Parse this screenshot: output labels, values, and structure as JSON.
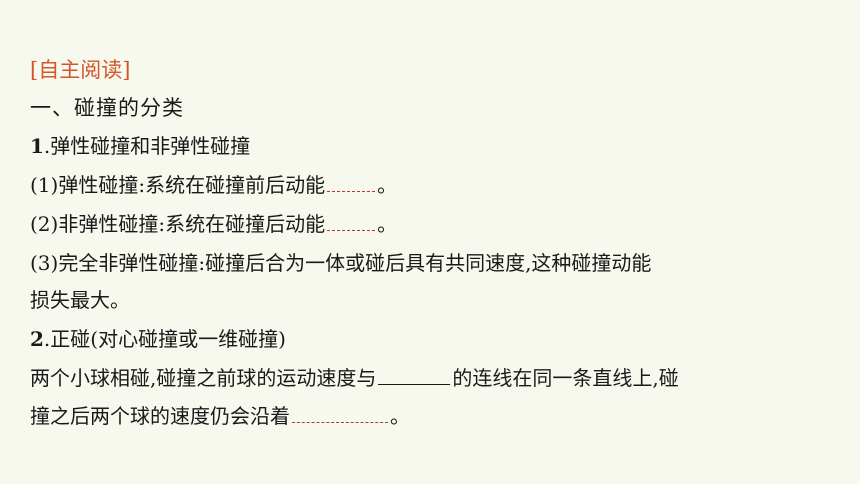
{
  "section_tag": "[自主阅读]",
  "heading": "一、碰撞的分类",
  "sub1": {
    "num": "1",
    "title": ".弹性碰撞和非弹性碰撞"
  },
  "items": [
    {
      "before": "(1)弹性碰撞:系统在碰撞前后动能",
      "after": "。"
    },
    {
      "before": "(2)非弹性碰撞:系统在碰撞后动能",
      "after": "。"
    }
  ],
  "item3": {
    "line1": "(3)完全非弹性碰撞:碰撞后合为一体或碰后具有共同速度,这种碰撞动能",
    "line2": "损失最大。"
  },
  "sub2": {
    "num": "2",
    "title": ".正碰(对心碰撞或一维碰撞)"
  },
  "para": {
    "l1_before": "两个小球相碰,碰撞之前球的运动速度与",
    "l1_after": "的连线在同一条直线上,碰",
    "l2_before": "撞之后两个球的速度仍会沿着",
    "l2_after": "。"
  }
}
